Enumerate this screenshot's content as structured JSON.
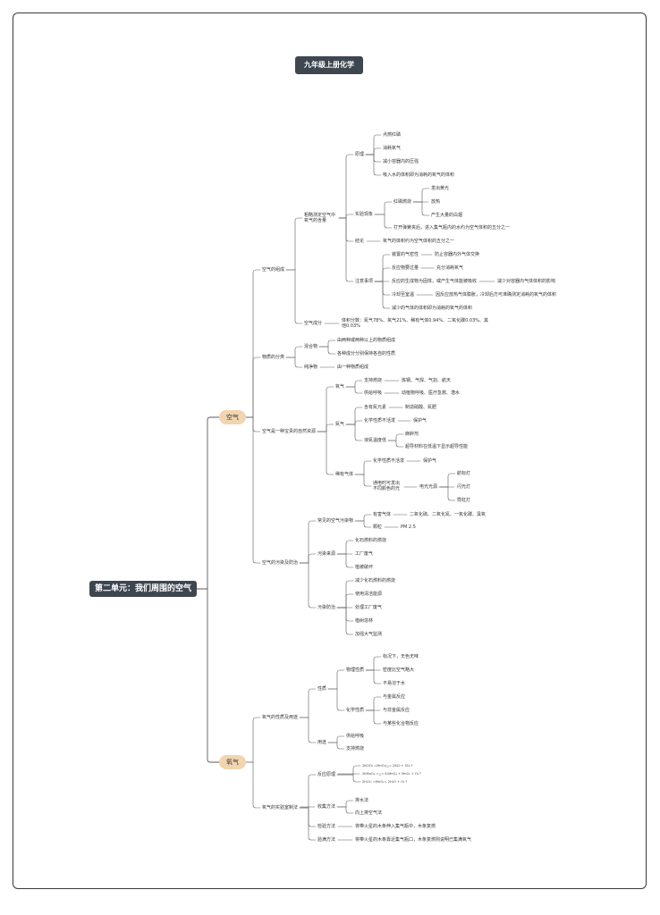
{
  "title": "九年级上册化学",
  "root": {
    "label": "第二单元：我们周围的空气",
    "children": [
      {
        "label": "空气",
        "children": [
          {
            "label": "空气的组成",
            "children": [
              {
                "label": "粗略测定空气中氧气的含量",
                "children": [
                  {
                    "label": "原理",
                    "children": [
                      {
                        "label": "点燃红磷"
                      },
                      {
                        "label": "消耗氧气"
                      },
                      {
                        "label": "减小容器内的压强"
                      },
                      {
                        "label": "吸入水的体积即为消耗的氧气的体积"
                      }
                    ]
                  },
                  {
                    "label": "实验现象",
                    "children": [
                      {
                        "label": "红磷燃烧",
                        "children": [
                          {
                            "label": "发出黄光"
                          },
                          {
                            "label": "放热"
                          },
                          {
                            "label": "产生大量的白烟"
                          }
                        ]
                      },
                      {
                        "label": "打开弹簧夹后，进入集气瓶内的水约为空气体积的五分之一"
                      }
                    ]
                  },
                  {
                    "label": "结论",
                    "children": [
                      {
                        "label": "氧气的体积约为空气体积的五分之一"
                      }
                    ]
                  },
                  {
                    "label": "注意事项",
                    "children": [
                      {
                        "label": "装置的气密性",
                        "children": [
                          {
                            "label": "防止容器内外气体交换"
                          }
                        ]
                      },
                      {
                        "label": "反应物要过量",
                        "children": [
                          {
                            "label": "充分消耗氧气"
                          }
                        ]
                      },
                      {
                        "label": "反应的生成物为固体，或产生气体能被吸收",
                        "children": [
                          {
                            "label": "减少对容器内气体体积的影响"
                          }
                        ]
                      },
                      {
                        "label": "冷却至室温",
                        "children": [
                          {
                            "label": "因反应放热气体膨胀，冷却后方可准确测定消耗的氧气的体积"
                          }
                        ]
                      },
                      {
                        "label": "减少的气体的体积即为消耗的氧气的体积"
                      }
                    ]
                  }
                ]
              },
              {
                "label": "空气成分",
                "children": [
                  {
                    "label": "体积分数：氮气78%、氧气21%、稀有气体0.94%、二氧化碳0.03%、其他0.03%"
                  }
                ]
              }
            ]
          },
          {
            "label": "物质的分类",
            "children": [
              {
                "label": "混合物",
                "children": [
                  {
                    "label": "由两种或两种以上的物质组成"
                  },
                  {
                    "label": "各种成分分别保持各自的性质"
                  }
                ]
              },
              {
                "label": "纯净物",
                "children": [
                  {
                    "label": "由一种物质组成"
                  }
                ]
              }
            ]
          },
          {
            "label": "空气是一种宝贵的自然资源",
            "children": [
              {
                "label": "氧气",
                "children": [
                  {
                    "label": "支持燃烧",
                    "children": [
                      {
                        "label": "炼钢、气焊、气割、航天"
                      }
                    ]
                  },
                  {
                    "label": "供给呼吸",
                    "children": [
                      {
                        "label": "动植物呼吸、医疗急救、潜水"
                      }
                    ]
                  }
                ]
              },
              {
                "label": "氮气",
                "children": [
                  {
                    "label": "含有氮元素",
                    "children": [
                      {
                        "label": "制造硝酸、氮肥"
                      }
                    ]
                  },
                  {
                    "label": "化学性质不活泼",
                    "children": [
                      {
                        "label": "保护气"
                      }
                    ]
                  },
                  {
                    "label": "液氮温度低",
                    "children": [
                      {
                        "label": "麻醉剂"
                      },
                      {
                        "label": "超导材料在低温下显示超导性能"
                      }
                    ]
                  }
                ]
              },
              {
                "label": "稀有气体",
                "children": [
                  {
                    "label": "化学性质不活泼",
                    "children": [
                      {
                        "label": "保护气"
                      }
                    ]
                  },
                  {
                    "label": "通电时可发出不同颜色的光",
                    "children": [
                      {
                        "label": "电光光源",
                        "children": [
                          {
                            "label": "航标灯"
                          },
                          {
                            "label": "闪光灯"
                          },
                          {
                            "label": "霓虹灯"
                          }
                        ]
                      }
                    ]
                  }
                ]
              }
            ]
          },
          {
            "label": "空气的污染及防治",
            "children": [
              {
                "label": "常见的空气污染物",
                "children": [
                  {
                    "label": "有害气体",
                    "children": [
                      {
                        "label": "二氧化硫、二氧化氮、一氧化碳、臭氧"
                      }
                    ]
                  },
                  {
                    "label": "颗粒",
                    "children": [
                      {
                        "label": "PM 2.5"
                      }
                    ]
                  }
                ]
              },
              {
                "label": "污染来源",
                "children": [
                  {
                    "label": "化石燃料的燃烧"
                  },
                  {
                    "label": "工厂废气"
                  },
                  {
                    "label": "植被破坏"
                  }
                ]
              },
              {
                "label": "污染防治",
                "children": [
                  {
                    "label": "减少化石燃料的燃烧"
                  },
                  {
                    "label": "使用清洁能源"
                  },
                  {
                    "label": "处理工厂废气"
                  },
                  {
                    "label": "植树造林"
                  },
                  {
                    "label": "加强大气监测"
                  }
                ]
              }
            ]
          }
        ]
      },
      {
        "label": "氧气",
        "children": [
          {
            "label": "氧气的性质及用途",
            "children": [
              {
                "label": "性质",
                "children": [
                  {
                    "label": "物理性质",
                    "children": [
                      {
                        "label": "标况下，无色无味"
                      },
                      {
                        "label": "密度比空气略大"
                      },
                      {
                        "label": "不易溶于水"
                      }
                    ]
                  },
                  {
                    "label": "化学性质",
                    "children": [
                      {
                        "label": "与金属反应"
                      },
                      {
                        "label": "与非金属反应"
                      },
                      {
                        "label": "与某些化合物反应"
                      }
                    ]
                  }
                ]
              },
              {
                "label": "用途",
                "children": [
                  {
                    "label": "供给呼吸"
                  },
                  {
                    "label": "支持燃烧"
                  }
                ]
              }
            ]
          },
          {
            "label": "氧气的实验室制法",
            "children": [
              {
                "label": "反应原理",
                "children": [
                  {
                    "label": "2KClO₃ =MnO₂/△= 2KCl + 3O₂↑"
                  },
                  {
                    "label": "2KMnO₄ =△= K₂MnO₄ + MnO₂ + O₂↑"
                  },
                  {
                    "label": "2H₂O₂ =MnO₂= 2H₂O + O₂↑"
                  }
                ]
              },
              {
                "label": "收集方法",
                "children": [
                  {
                    "label": "排水法"
                  },
                  {
                    "label": "向上排空气法"
                  }
                ]
              },
              {
                "label": "检验方法",
                "children": [
                  {
                    "label": "将带火星的木条伸入集气瓶中，木条复燃"
                  }
                ]
              },
              {
                "label": "验满方法",
                "children": [
                  {
                    "label": "将带火星的木条靠近集气瓶口，木条复燃则说明已集满氧气"
                  }
                ]
              }
            ]
          }
        ]
      }
    ]
  }
}
